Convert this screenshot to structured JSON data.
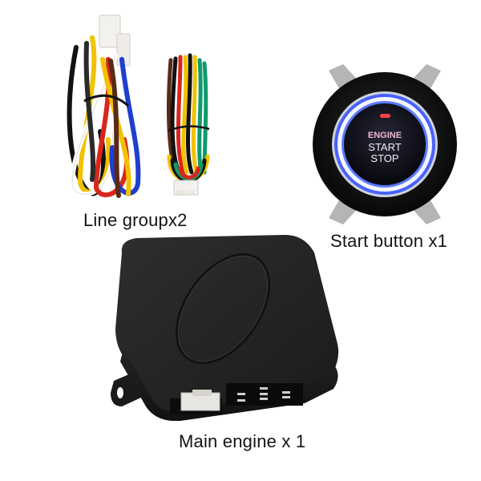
{
  "product": {
    "items": [
      {
        "id": "line-group",
        "caption": "Line groupx2"
      },
      {
        "id": "start-button",
        "caption": "Start button x1"
      },
      {
        "id": "main-engine",
        "caption": "Main engine x 1"
      }
    ],
    "button_face": {
      "line1": "ENGINE",
      "line2": "START",
      "line3": "STOP"
    }
  },
  "colors": {
    "background": "#ffffff",
    "caption_text": "#141414",
    "ring_glow": "#4a6cff",
    "ring_core": "#f4f6ff",
    "engine_text": "#f2b8cf",
    "indicator_red": "#ff4040",
    "module_body": "#1e1e1e",
    "wires": [
      "#111111",
      "#f2c200",
      "#ffffff",
      "#d8261c",
      "#1f3fcf",
      "#5a2a16",
      "#0f9a6c"
    ]
  }
}
